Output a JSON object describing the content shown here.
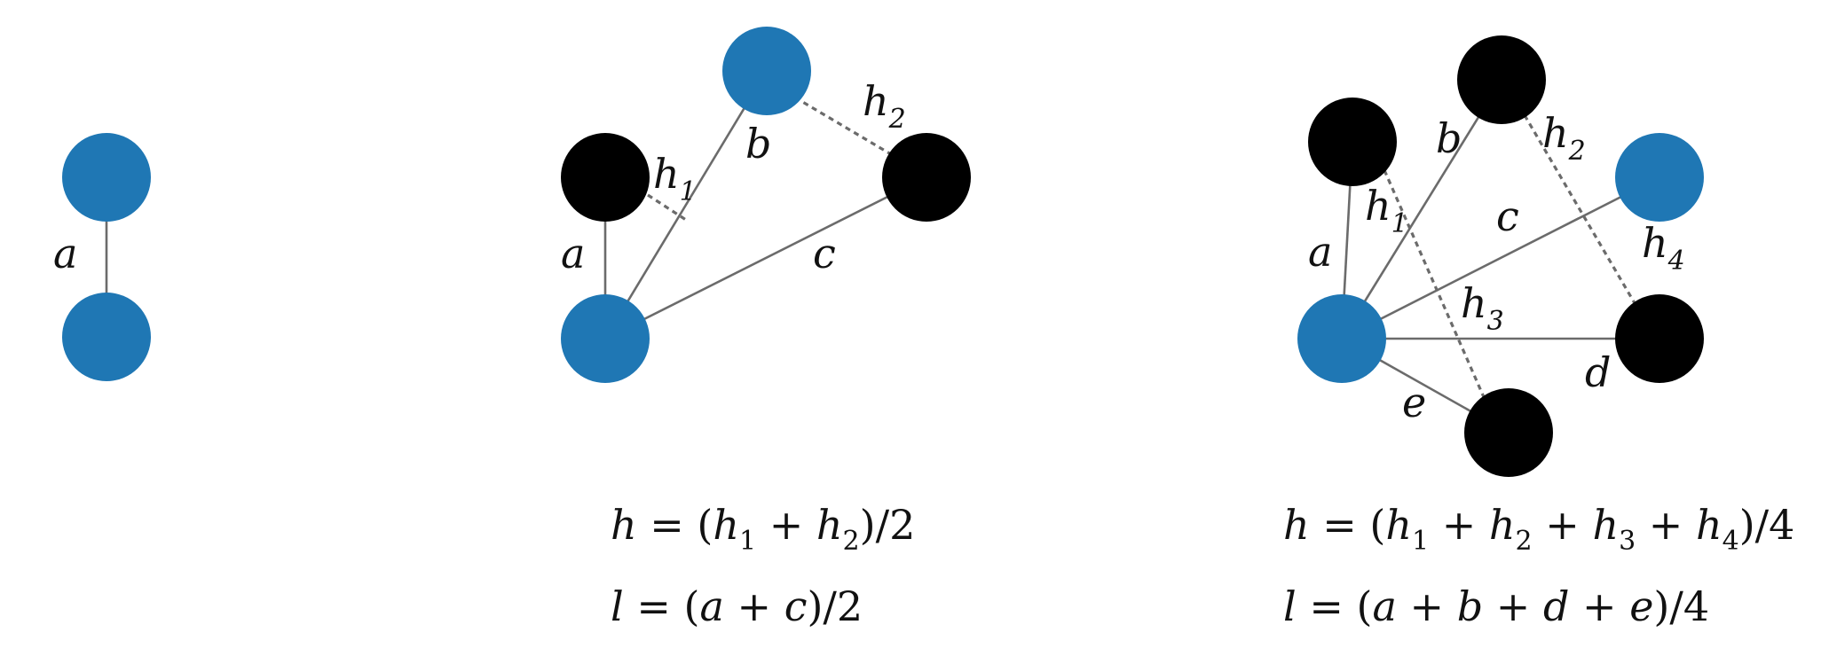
{
  "colors": {
    "blue": "#1f77b4",
    "black": "#000000",
    "edge": "#6b6b6b"
  },
  "panel1": {
    "label_a": "a"
  },
  "panel2": {
    "labels": {
      "a": "a",
      "b": "b",
      "c": "c",
      "h1_base": "h",
      "h1_sub": "1",
      "h2_base": "h",
      "h2_sub": "2"
    },
    "eq_h": {
      "lhs": "h",
      "eq": " = (",
      "t1": "h",
      "t1s": "1",
      "plus": " + ",
      "t2": "h",
      "t2s": "2",
      "tail": ")/2"
    },
    "eq_l": {
      "lhs": "l",
      "eq": " = (",
      "a": "a",
      "plus": " + ",
      "c": "c",
      "tail": ")/2"
    }
  },
  "panel3": {
    "labels": {
      "a": "a",
      "b": "b",
      "c": "c",
      "d": "d",
      "e": "e",
      "h1_base": "h",
      "h1_sub": "1",
      "h2_base": "h",
      "h2_sub": "2",
      "h3_base": "h",
      "h3_sub": "3",
      "h4_base": "h",
      "h4_sub": "4"
    },
    "eq_h": {
      "lhs": "h",
      "eq": " = (",
      "t1": "h",
      "t1s": "1",
      "p1": " + ",
      "t2": "h",
      "t2s": "2",
      "p2": " + ",
      "t3": "h",
      "t3s": "3",
      "p3": " + ",
      "t4": "h",
      "t4s": "4",
      "tail": ")/4"
    },
    "eq_l": {
      "lhs": "l",
      "eq": " = (",
      "a": "a",
      "p1": " + ",
      "b": "b",
      "p2": " + ",
      "d": "d",
      "p3": " + ",
      "e": "e",
      "tail": ")/4"
    }
  }
}
